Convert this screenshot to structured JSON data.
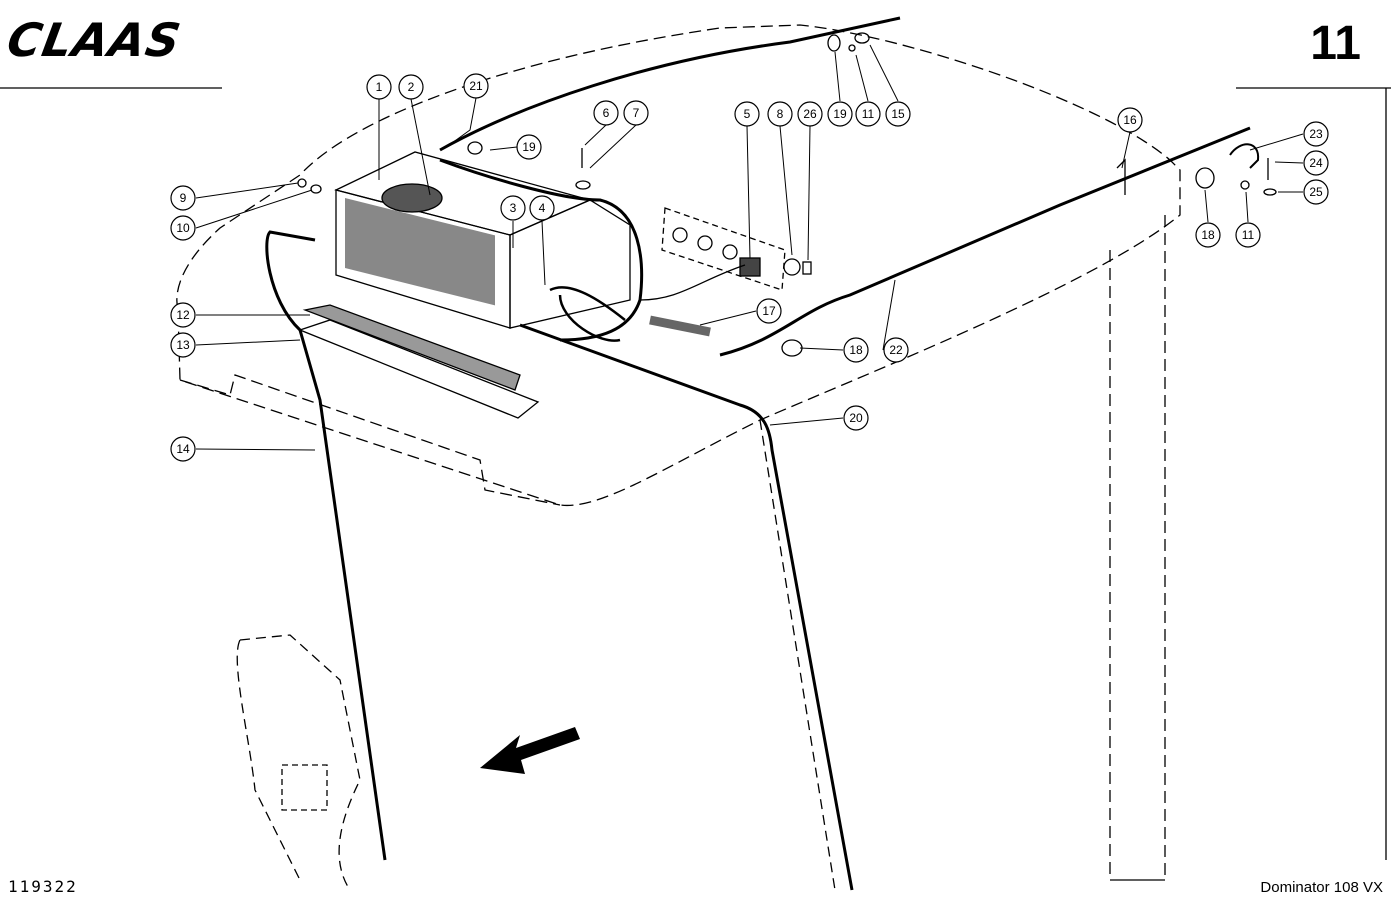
{
  "header": {
    "brand": "CLAAS",
    "page_number": "11"
  },
  "footer": {
    "reference_number": "119322",
    "model": "Dominator 108 VX"
  },
  "callouts": [
    {
      "label": "1"
    },
    {
      "label": "2"
    },
    {
      "label": "21"
    },
    {
      "label": "19"
    },
    {
      "label": "6"
    },
    {
      "label": "7"
    },
    {
      "label": "5"
    },
    {
      "label": "8"
    },
    {
      "label": "26"
    },
    {
      "label": "19"
    },
    {
      "label": "11"
    },
    {
      "label": "15"
    },
    {
      "label": "16"
    },
    {
      "label": "23"
    },
    {
      "label": "24"
    },
    {
      "label": "25"
    },
    {
      "label": "18"
    },
    {
      "label": "11"
    },
    {
      "label": "9"
    },
    {
      "label": "10"
    },
    {
      "label": "3"
    },
    {
      "label": "4"
    },
    {
      "label": "17"
    },
    {
      "label": "12"
    },
    {
      "label": "13"
    },
    {
      "label": "18"
    },
    {
      "label": "22"
    },
    {
      "label": "20"
    },
    {
      "label": "14"
    }
  ],
  "icons": {
    "logo": "claas-logo",
    "direction_arrow": "forward-direction-arrow-icon"
  }
}
